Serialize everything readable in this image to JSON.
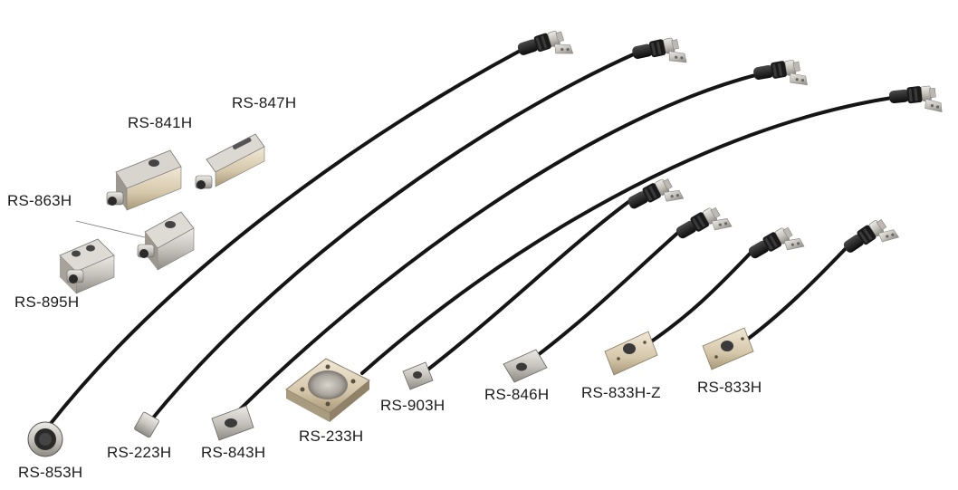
{
  "products": [
    {
      "id": "rs-853h",
      "label": "RS-853H"
    },
    {
      "id": "rs-223h",
      "label": "RS-223H"
    },
    {
      "id": "rs-843h",
      "label": "RS-843H"
    },
    {
      "id": "rs-233h",
      "label": "RS-233H"
    },
    {
      "id": "rs-903h",
      "label": "RS-903H"
    },
    {
      "id": "rs-846h",
      "label": "RS-846H"
    },
    {
      "id": "rs-833h-z",
      "label": "RS-833H-Z"
    },
    {
      "id": "rs-833h",
      "label": "RS-833H"
    },
    {
      "id": "rs-841h",
      "label": "RS-841H"
    },
    {
      "id": "rs-847h",
      "label": "RS-847H"
    },
    {
      "id": "rs-863h",
      "label": "RS-863H"
    },
    {
      "id": "rs-895h",
      "label": "RS-895H"
    }
  ],
  "colors": {
    "cable": "#151515",
    "metal": "#c9c6bf",
    "metal_dark": "#8d8a84",
    "brass": "#d9ccb0",
    "label_text": "#1c1c1c"
  }
}
